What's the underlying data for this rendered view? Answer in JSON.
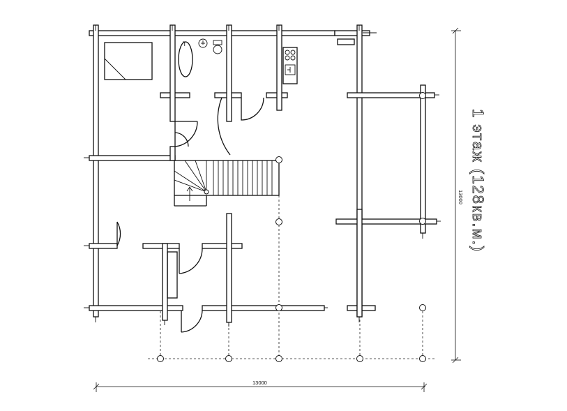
{
  "plan": {
    "title": "1 этаж (128кв.м.)",
    "dimension_width": "13000",
    "dimension_height": "13000"
  }
}
